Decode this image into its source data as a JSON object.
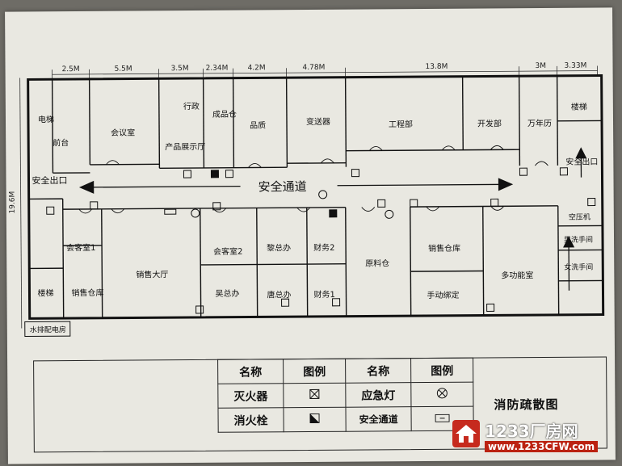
{
  "dimensions": {
    "top": [
      "2.5M",
      "5.5M",
      "3.5M",
      "2.34M",
      "4.2M",
      "4.78M",
      "13.8M",
      "3M",
      "3.33M"
    ],
    "side": "19.6M"
  },
  "rooms": {
    "elevator": "电梯",
    "front_desk": "前台",
    "meeting_room": "会议室",
    "admin": "行政",
    "showroom": "产品展示厅",
    "finished_goods": "成品仓",
    "quality": "品质",
    "transformer": "变送器",
    "engineering": "工程部",
    "development": "开发部",
    "calendar": "万年历",
    "stairs_right": "楼梯",
    "reception_1": "会客室1",
    "sales_hall": "销售大厅",
    "reception_2": "会客室2",
    "mr_li": "黎总办",
    "finance_2": "财务2",
    "mr_wu": "吴总办",
    "mr_tang": "唐总办",
    "finance_1": "财务1",
    "raw_material": "原料仓",
    "sales_warehouse_r": "销售仓库",
    "manual_binding": "手动绑定",
    "multifunction": "多功能室",
    "stairs_left": "楼梯",
    "sales_warehouse_l": "销售仓库",
    "utility": "空压机",
    "men_wc": "男洗手间",
    "women_wc": "女洗手间",
    "power_room": "水排配电房"
  },
  "corridor": "安全通道",
  "exits": {
    "left": "安全出口",
    "right": "安全出口"
  },
  "legend": {
    "header_name": "名称",
    "header_symbol": "图例",
    "extinguisher": "灭火器",
    "emergency_light": "应急灯",
    "hydrant": "消火栓",
    "safe_passage": "安全通道",
    "title": "消防疏散图"
  },
  "watermark": {
    "main": "1233厂房网",
    "sub": "www.1233CFW.com"
  }
}
